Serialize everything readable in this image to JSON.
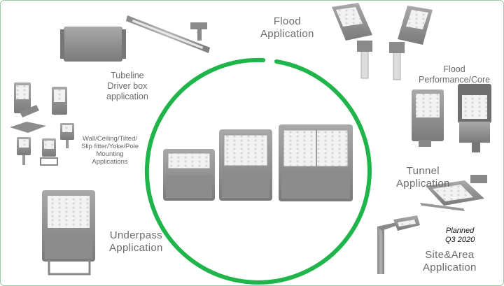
{
  "labels": {
    "flood": "Flood\nApplication",
    "tubeline": "Tubeline\nDriver box\napplication",
    "mounting": "Wall/Ceiling/Tilted/\nSlip fitter/Yoke/Pole\nMounting\nApplications",
    "flood_perf": "Flood\nPerformance/Core",
    "tunnel": "Tunnel\nApplication",
    "underpass": "Underpass\nApplication",
    "planned": "Planned\nQ3 2020",
    "site_area": "Site&Area\nApplication"
  },
  "colors": {
    "ring": "#1fb54a",
    "label": "#6b6b6b",
    "fixture_body": "#8e8e8e",
    "fixture_dark": "#6f6f6f",
    "led_panel": "#e6e6e6"
  },
  "icons": {
    "center_products": "floodlight-family-icon",
    "flood": "pole-mounted-floodlights-icon",
    "tubeline": "tubeline-driver-box-icon",
    "mounting": "mounting-options-icon",
    "flood_perf": "flood-performance-fixtures-icon",
    "tunnel": "tunnel-light-icon",
    "underpass": "underpass-fixture-icon",
    "site_area": "site-area-pole-light-icon"
  }
}
